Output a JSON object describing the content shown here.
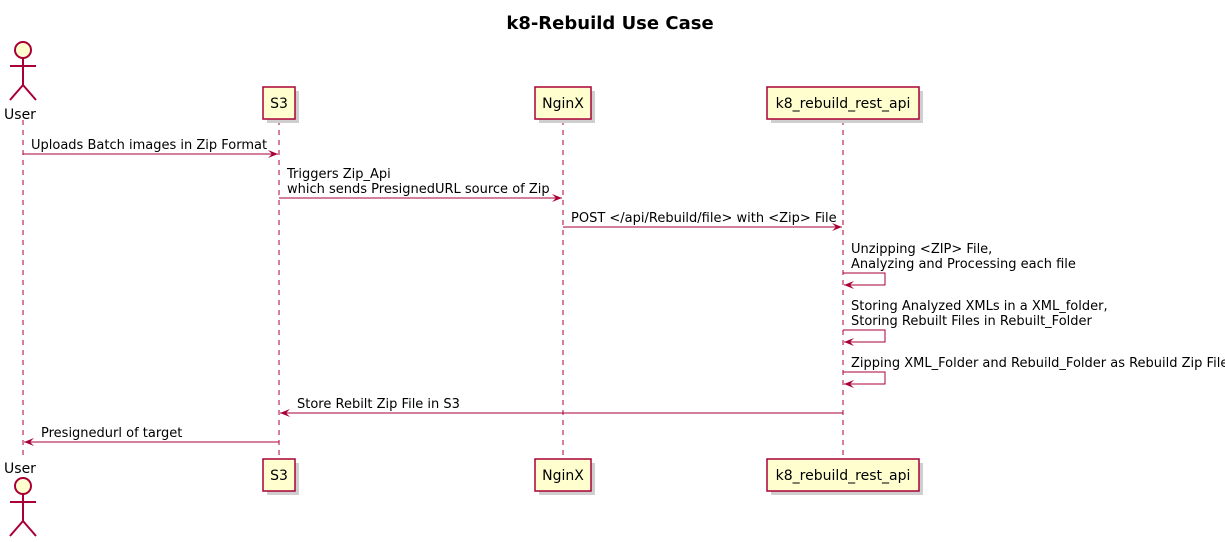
{
  "title": "k8-Rebuild Use Case",
  "colors": {
    "line": "#A80036",
    "box_fill": "#FEFECE",
    "shadow": "#cfcfcf"
  },
  "participants": [
    {
      "id": "user",
      "label": "User",
      "kind": "actor"
    },
    {
      "id": "s3",
      "label": "S3",
      "kind": "participant"
    },
    {
      "id": "nginx",
      "label": "NginX",
      "kind": "participant"
    },
    {
      "id": "api",
      "label": "k8_rebuild_rest_api",
      "kind": "participant"
    }
  ],
  "messages": [
    {
      "from": "user",
      "to": "s3",
      "lines": [
        "Uploads Batch images in Zip Format"
      ]
    },
    {
      "from": "s3",
      "to": "nginx",
      "lines": [
        "Triggers Zip_Api",
        "which sends PresignedURL source of Zip"
      ]
    },
    {
      "from": "nginx",
      "to": "api",
      "lines": [
        "POST </api/Rebuild/file> with <Zip> File"
      ]
    },
    {
      "from": "api",
      "to": "api",
      "lines": [
        "Unzipping <ZIP> File,",
        "Analyzing and Processing each file"
      ]
    },
    {
      "from": "api",
      "to": "api",
      "lines": [
        "Storing Analyzed XMLs in a XML_folder,",
        "Storing Rebuilt Files in Rebuilt_Folder"
      ]
    },
    {
      "from": "api",
      "to": "api",
      "lines": [
        "Zipping XML_Folder and Rebuild_Folder as Rebuild Zip File"
      ]
    },
    {
      "from": "api",
      "to": "s3",
      "lines": [
        "Store Rebilt Zip File in S3"
      ]
    },
    {
      "from": "s3",
      "to": "user",
      "lines": [
        "Presignedurl of target"
      ]
    }
  ]
}
